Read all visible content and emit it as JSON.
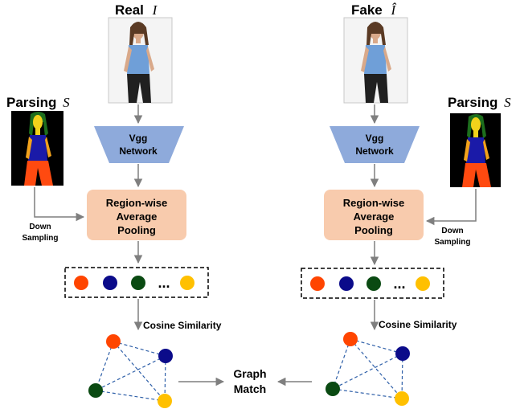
{
  "left": {
    "image_label": "Real",
    "image_symbol": "I",
    "parsing_label": "Parsing",
    "parsing_symbol": "S",
    "network_line1": "Vgg",
    "network_line2": "Network",
    "pool_line1": "Region-wise",
    "pool_line2": "Average",
    "pool_line3": "Pooling",
    "down_line1": "Down",
    "down_line2": "Sampling",
    "ellipsis": "...",
    "cosine_label": "Cosine Similarity"
  },
  "right": {
    "image_label": "Fake",
    "image_symbol": "Î",
    "parsing_label": "Parsing",
    "parsing_symbol": "S",
    "network_line1": "Vgg",
    "network_line2": "Network",
    "pool_line1": "Region-wise",
    "pool_line2": "Average",
    "pool_line3": "Pooling",
    "down_line1": "Down",
    "down_line2": "Sampling",
    "ellipsis": "...",
    "cosine_label": "Cosine Similarity"
  },
  "center": {
    "graph_line1": "Graph",
    "graph_line2": "Match"
  },
  "colors": {
    "network": "#8eaadb",
    "pool": "#f8cbad",
    "node_orange": "#ff4500",
    "node_navy": "#0b0b8a",
    "node_green": "#0a4a12",
    "node_yellow": "#ffc000",
    "edge": "#2e5fa8",
    "arrow": "#7f7f7f"
  }
}
